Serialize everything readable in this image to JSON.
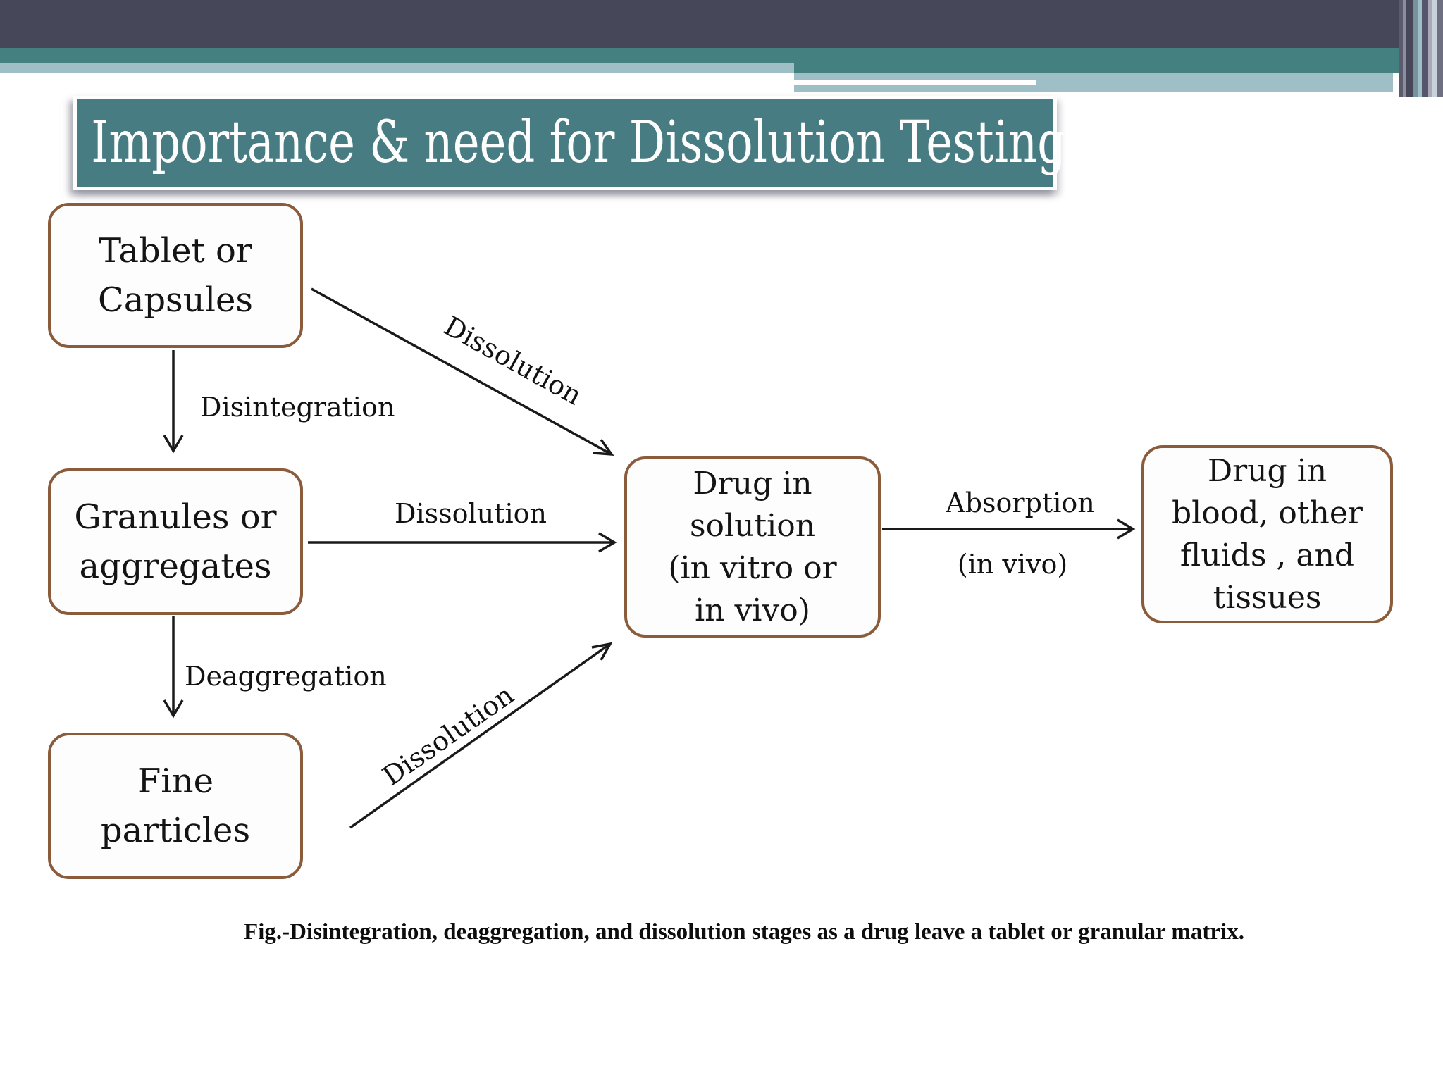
{
  "slide": {
    "title": "Importance & need for Dissolution Testing",
    "caption": "Fig.-Disintegration, deaggregation, and dissolution stages as a drug leave a tablet or granular matrix."
  },
  "nodes": {
    "tablet": {
      "lines": [
        "Tablet or",
        "Capsules"
      ]
    },
    "granules": {
      "lines": [
        "Granules or",
        "aggregates"
      ]
    },
    "fine": {
      "lines": [
        "Fine",
        "particles"
      ]
    },
    "solution": {
      "lines": [
        "Drug in",
        "solution",
        "(in vitro or",
        "in vivo)"
      ]
    },
    "blood": {
      "lines": [
        "Drug in",
        "blood, other",
        "fluids , and",
        "tissues"
      ]
    }
  },
  "edges": {
    "disintegration": {
      "label": "Disintegration"
    },
    "deaggregation": {
      "label": "Deaggregation"
    },
    "dissolution_top": {
      "label": "Dissolution"
    },
    "dissolution_mid": {
      "label": "Dissolution"
    },
    "dissolution_bottom": {
      "label": "Dissolution"
    },
    "absorption": {
      "label": "Absorption",
      "sublabel": "(in vivo)"
    }
  },
  "colors": {
    "top_bar": "#47475A",
    "teal_band": "#44807F",
    "title_background": "#477C83",
    "light_band": "#9FBFC6",
    "node_border": "#8A5C3B",
    "arrow": "#1A1A1A",
    "title_text": "#FFFFFF",
    "body_text": "#141414"
  }
}
